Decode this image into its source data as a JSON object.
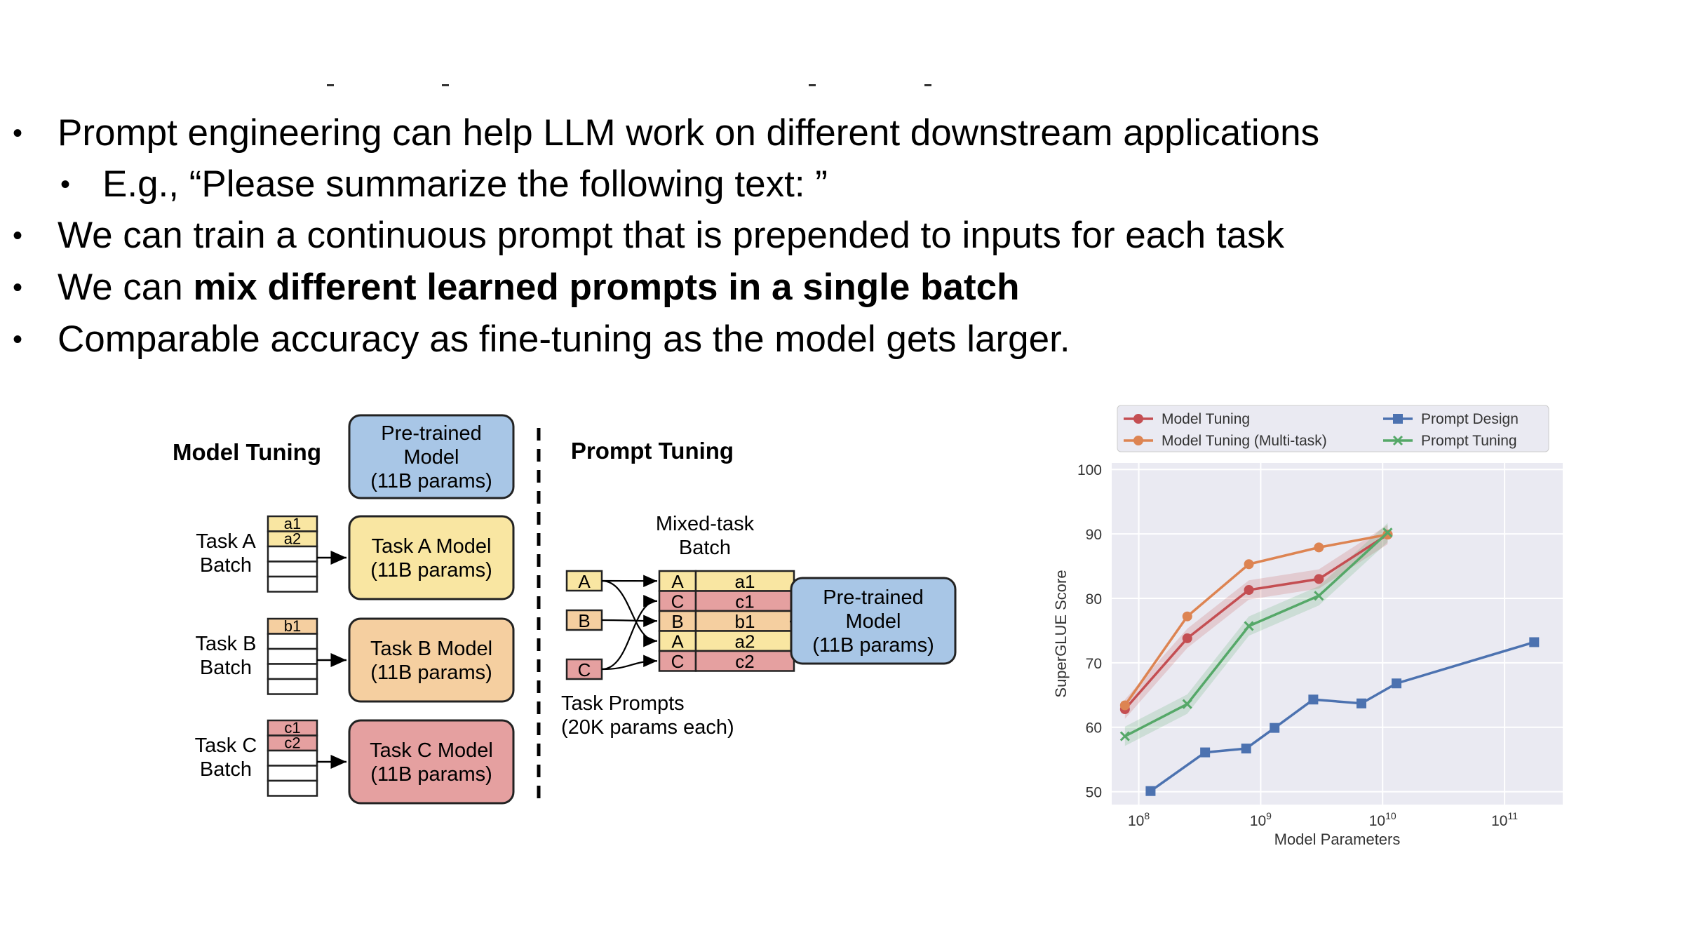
{
  "bullets": [
    {
      "text": "Prompt engineering can help LLM work on different downstream applications",
      "level": 1
    },
    {
      "text": "E.g., “Please summarize the following text: ”",
      "level": 2
    },
    {
      "text": "We can train a continuous prompt that is prepended to inputs for each task",
      "level": 1
    },
    {
      "prefix": "We can ",
      "bold": "mix different learned prompts in a single batch",
      "level": 1
    },
    {
      "text": "Comparable accuracy as fine-tuning as the model gets larger.",
      "level": 1
    }
  ],
  "diagram": {
    "model_tuning_title": "Model Tuning",
    "prompt_tuning_title": "Prompt Tuning",
    "pretrained_lines": [
      "Pre-trained",
      "Model",
      "(11B params)"
    ],
    "tasks": [
      {
        "batch_lines": [
          "Task A",
          "Batch"
        ],
        "rows": [
          "a1",
          "a2"
        ],
        "model_lines": [
          "Task A Model",
          "(11B params)"
        ]
      },
      {
        "batch_lines": [
          "Task B",
          "Batch"
        ],
        "rows": [
          "b1"
        ],
        "model_lines": [
          "Task B Model",
          "(11B params)"
        ]
      },
      {
        "batch_lines": [
          "Task C",
          "Batch"
        ],
        "rows": [
          "c1",
          "c2"
        ],
        "model_lines": [
          "Task C Model",
          "(11B params)"
        ]
      }
    ],
    "mixed_batch_lines": [
      "Mixed-task",
      "Batch"
    ],
    "prompts": [
      "A",
      "B",
      "C"
    ],
    "mixed_rows": [
      [
        "A",
        "a1"
      ],
      [
        "C",
        "c1"
      ],
      [
        "B",
        "b1"
      ],
      [
        "A",
        "a2"
      ],
      [
        "C",
        "c2"
      ]
    ],
    "task_prompts_lines": [
      "Task Prompts",
      "(20K params each)"
    ],
    "colors": {
      "A": "#f9e6a2",
      "B": "#f5cfa0",
      "C": "#e5a0a0",
      "blue": "#a8c6e6"
    }
  },
  "chart_data": {
    "type": "line",
    "xlabel": "Model Parameters",
    "ylabel": "SuperGLUE Score",
    "xscale": "log",
    "xlim": [
      60000000,
      300000000000
    ],
    "ylim": [
      48,
      101
    ],
    "x_ticks": [
      {
        "base": "10",
        "exp": "8",
        "value": 100000000
      },
      {
        "base": "10",
        "exp": "9",
        "value": 1000000000
      },
      {
        "base": "10",
        "exp": "10",
        "value": 10000000000
      },
      {
        "base": "10",
        "exp": "11",
        "value": 100000000000
      }
    ],
    "y_ticks": [
      "50",
      "60",
      "70",
      "80",
      "90",
      "100"
    ],
    "grid": true,
    "legend_position": "top",
    "series": [
      {
        "name": "Model Tuning",
        "color": "#c44e52",
        "marker": "circle",
        "x": [
          77000000,
          250000000,
          800000000,
          3000000000,
          11000000000
        ],
        "y": [
          62.8,
          73.8,
          81.3,
          83.0,
          89.9
        ]
      },
      {
        "name": "Model Tuning (Multi-task)",
        "color": "#dd8452",
        "marker": "circle",
        "x": [
          77000000,
          250000000,
          800000000,
          3000000000,
          11000000000
        ],
        "y": [
          63.4,
          77.2,
          85.3,
          87.9,
          89.9
        ]
      },
      {
        "name": "Prompt Design",
        "color": "#4c72b0",
        "marker": "square",
        "x": [
          125000000,
          350000000,
          760000000,
          1300000000,
          2700000000,
          6700000000,
          13000000000,
          175000000000
        ],
        "y": [
          50.1,
          56.1,
          56.7,
          59.9,
          64.3,
          63.7,
          66.8,
          73.2
        ]
      },
      {
        "name": "Prompt Tuning",
        "color": "#55a868",
        "marker": "x",
        "x": [
          77000000,
          250000000,
          800000000,
          3000000000,
          11000000000
        ],
        "y": [
          58.6,
          63.6,
          75.7,
          80.4,
          90.2
        ]
      }
    ]
  }
}
